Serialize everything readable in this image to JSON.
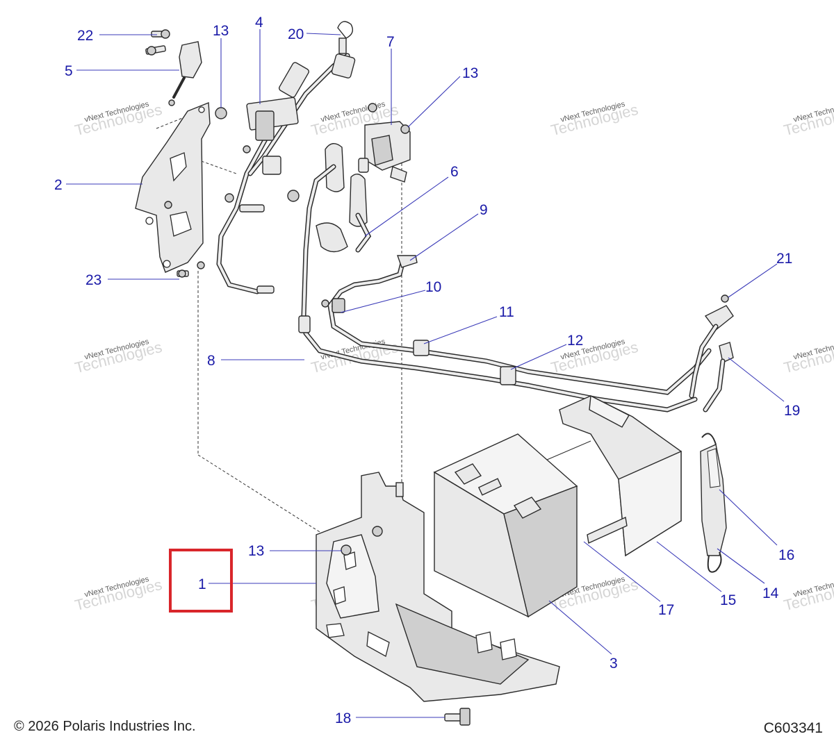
{
  "diagram": {
    "copyright": "© 2026 Polaris Industries Inc.",
    "drawing_code": "C603341",
    "watermark": {
      "line1": "vNext Technologies",
      "line2": "Technologies"
    },
    "highlighted_callout": "1",
    "highlight_color": "#d9262b",
    "callout_color": "#1a1aa8",
    "callouts": {
      "c22": "22",
      "c13a": "13",
      "c4": "4",
      "c20": "20",
      "c7": "7",
      "c13b": "13",
      "c5": "5",
      "c2": "2",
      "c6": "6",
      "c9": "9",
      "c23": "23",
      "c10": "10",
      "c21": "21",
      "c11": "11",
      "c12": "12",
      "c8": "8",
      "c19": "19",
      "c13c": "13",
      "c1": "1",
      "c16": "16",
      "c14": "14",
      "c15": "15",
      "c17": "17",
      "c3": "3",
      "c18": "18"
    }
  }
}
